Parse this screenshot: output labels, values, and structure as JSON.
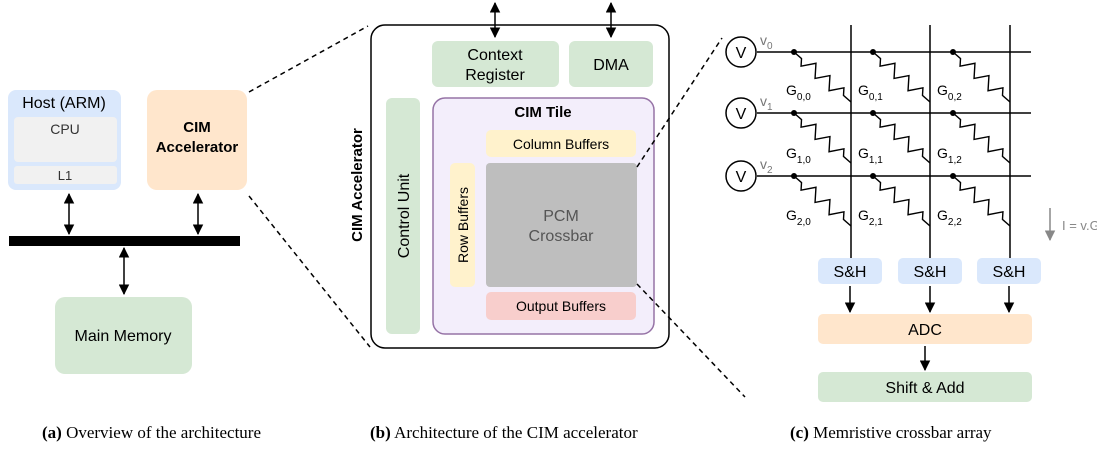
{
  "panel_a": {
    "host_title": "Host (ARM)",
    "cpu": "CPU",
    "l1": "L1",
    "cim_accel_line1": "CIM",
    "cim_accel_line2": "Accelerator",
    "main_memory": "Main Memory",
    "caption_label": "(a)",
    "caption_text": "Overview of the architecture"
  },
  "panel_b": {
    "side_label": "CIM Accelerator",
    "context_register_line1": "Context",
    "context_register_line2": "Register",
    "dma": "DMA",
    "control_unit": "Control Unit",
    "tile_title": "CIM Tile",
    "column_buffers": "Column Buffers",
    "row_buffers": "Row Buffers",
    "crossbar_line1": "PCM",
    "crossbar_line2": "Crossbar",
    "output_buffers": "Output Buffers",
    "caption_label": "(b)",
    "caption_text": "Architecture of the CIM accelerator"
  },
  "panel_c": {
    "voltage_symbol": "V",
    "voltages": [
      {
        "base": "v",
        "sub": "0"
      },
      {
        "base": "v",
        "sub": "1"
      },
      {
        "base": "v",
        "sub": "2"
      }
    ],
    "conductances": [
      {
        "base": "G",
        "sub": "0,0"
      },
      {
        "base": "G",
        "sub": "0,1"
      },
      {
        "base": "G",
        "sub": "0,2"
      },
      {
        "base": "G",
        "sub": "1,0"
      },
      {
        "base": "G",
        "sub": "1,1"
      },
      {
        "base": "G",
        "sub": "1,2"
      },
      {
        "base": "G",
        "sub": "2,0"
      },
      {
        "base": "G",
        "sub": "2,1"
      },
      {
        "base": "G",
        "sub": "2,2"
      }
    ],
    "current_label": "I = v.G",
    "sample_hold": [
      "S&H",
      "S&H",
      "S&H"
    ],
    "adc": "ADC",
    "shift_add": "Shift & Add",
    "caption_label": "(c)",
    "caption_text": "Memristive crossbar array"
  },
  "colors": {
    "blue_fill": "#dae8fc",
    "green_fill": "#d5e8d4",
    "orange_fill": "#ffe6cc",
    "yellow_fill": "#fff2cc",
    "red_fill": "#f8cecc",
    "purple_fill": "#f3eefb",
    "purple_stroke": "#9673a6",
    "gray_fill": "#bebebe"
  }
}
